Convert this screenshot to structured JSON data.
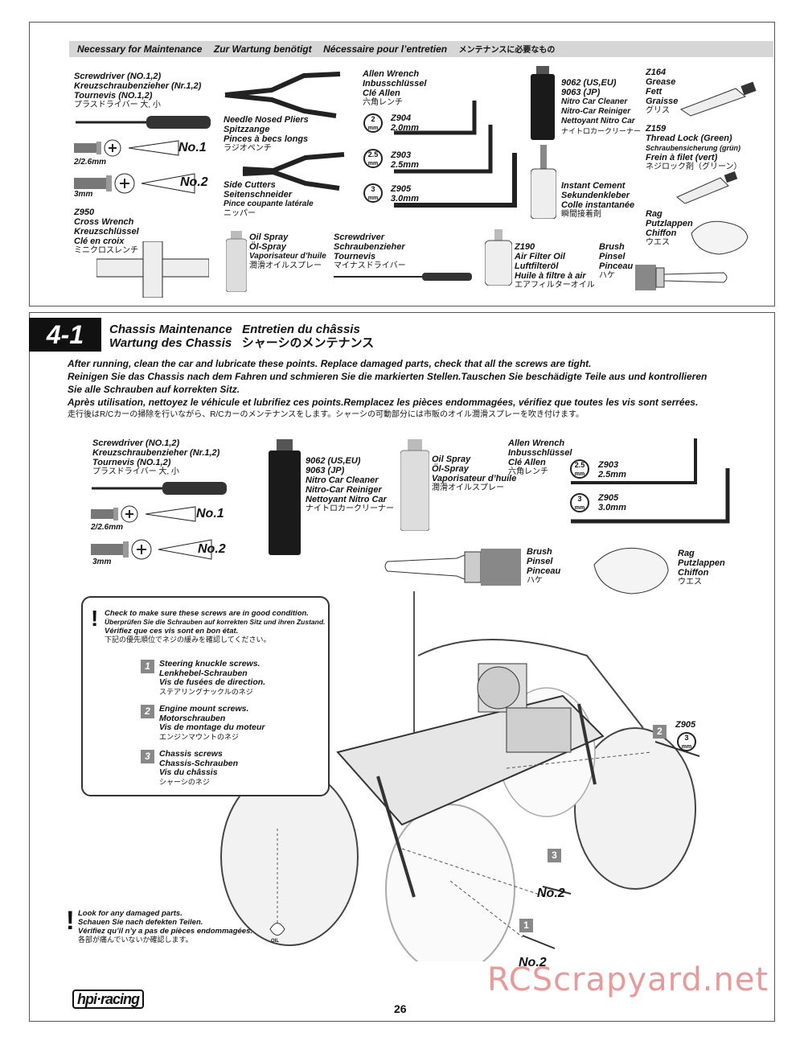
{
  "maintenance": {
    "header": [
      "Necessary for Maintenance",
      "Zur Wartung benötigt",
      "Nécessaire pour l’entretien",
      "メンテナンスに必要なもの"
    ],
    "screwdriver": [
      "Screwdriver (NO.1,2)",
      "Kreuzschraubenzieher (Nr.1,2)",
      "Tournevis (NO.1,2)",
      "プラスドライバー 大, 小"
    ],
    "screw_small": "2/2.6mm",
    "screw_large": "3mm",
    "no1": "No.1",
    "no2": "No.2",
    "needle_pliers": [
      "Needle Nosed Pliers",
      "Spitzzange",
      "Pinces à becs longs",
      "ラジオペンチ"
    ],
    "side_cutters": [
      "Side Cutters",
      "Seitenschneider",
      "Pince coupante latérale",
      "ニッパー"
    ],
    "allen": [
      "Allen Wrench",
      "Inbusschlüssel",
      "Clé Allen",
      "六角レンチ"
    ],
    "z904": [
      "Z904",
      "2.0mm"
    ],
    "z903": [
      "Z903",
      "2.5mm"
    ],
    "z905": [
      "Z905",
      "3.0mm"
    ],
    "circ2": [
      "2",
      "mm"
    ],
    "circ25": [
      "2.5",
      "mm"
    ],
    "circ3": [
      "3",
      "mm"
    ],
    "nitro_cleaner": [
      "9062 (US,EU)",
      "9063 (JP)",
      "Nitro Car Cleaner",
      "Nitro-Car Reiniger",
      "Nettoyant Nitro Car",
      "ナイトロカークリーナー"
    ],
    "grease": [
      "Z164",
      "Grease",
      "Fett",
      "Graisse",
      "グリス"
    ],
    "thread_lock": [
      "Z159",
      "Thread Lock (Green)",
      "Schraubensicherung (grün)",
      "Frein à filet (vert)",
      "ネジロック剤（グリーン）"
    ],
    "cement": [
      "Instant Cement",
      "Sekundenkleber",
      "Colle instantanée",
      "瞬間接着剤"
    ],
    "rag": [
      "Rag",
      "Putzlappen",
      "Chiffon",
      "ウエス"
    ],
    "cross_wrench": [
      "Z950",
      "Cross Wrench",
      "Kreuzschlüssel",
      "Clé en croix",
      "ミニクロスレンチ"
    ],
    "oil_spray": [
      "Oil Spray",
      "Öl-Spray",
      "Vaporisateur d’huile",
      "潤滑オイルスプレー"
    ],
    "flat_driver": [
      "Screwdriver",
      "Schraubenzieher",
      "Tournevis",
      "マイナスドライバー"
    ],
    "air_filter": [
      "Z190",
      "Air Filter Oil",
      "Luftfilteröl",
      "Huile à filtre à air",
      "エアフィルターオイル"
    ],
    "brush": [
      "Brush",
      "Pinsel",
      "Pinceau",
      "ハケ"
    ]
  },
  "section": {
    "number": "4-1",
    "title_en": "Chassis Maintenance",
    "title_fr": "Entretien du châssis",
    "title_de": "Wartung des Chassis",
    "title_jp": "シャーシのメンテナンス",
    "intro": [
      "After running, clean the car and lubricate these points. Replace damaged parts, check that all the screws are tight.",
      "Reinigen Sie das Chassis nach dem Fahren und schmieren Sie die markierten Stellen.Tauschen Sie beschädigte Teile aus und kontrollieren",
      "Sie alle Schrauben auf korrekten Sitz.",
      "Après utilisation, nettoyez le véhicule et lubrifiez ces points.Remplacez les pièces endommagées, vérifiez que toutes les vis sont serrées.",
      "走行後はR/Cカーの掃除を行いながら、R/Cカーのメンテナンスをします。シャーシの可動部分には市販のオイル潤滑スプレーを吹き付けます。"
    ],
    "check_screws": [
      "Check to make sure these screws are in good condition.",
      "Überprüfen Sie die Schrauben auf korrekten Sitz und ihren Zustand.",
      "Vérifiez que ces vis sont en bon état.",
      "下記の優先順位でネジの緩みを確認してください。"
    ],
    "items": [
      {
        "num": "1",
        "lines": [
          "Steering knuckle screws.",
          "Lenkhebel-Schrauben",
          "Vis de fusées de direction.",
          "ステアリングナックルのネジ"
        ]
      },
      {
        "num": "2",
        "lines": [
          "Engine mount screws.",
          "Motorschrauben",
          "Vis de montage du moteur",
          "エンジンマウントのネジ"
        ]
      },
      {
        "num": "3",
        "lines": [
          "Chassis screws",
          "Chassis-Schrauben",
          "Vis du châssis",
          "シャーシのネジ"
        ]
      }
    ],
    "damaged": [
      "Look for any damaged parts.",
      "Schauen Sie nach defekten Teilen.",
      "Vérifiez qu’il n’y a pas de pièces endommagées.",
      "各部が痛んでいないか確認します。"
    ],
    "callout_z905": "Z905",
    "oil_label": "OIL"
  },
  "footer": {
    "brand": "hpi·racing",
    "page": "26",
    "watermark": "RCScrapyard.net"
  }
}
